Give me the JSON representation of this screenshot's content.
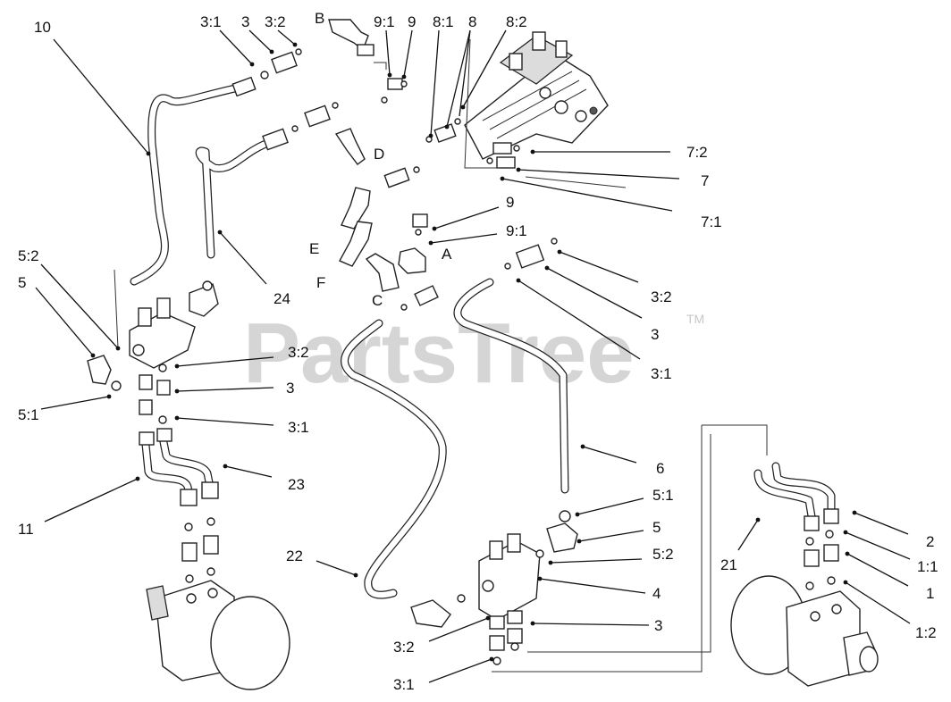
{
  "watermark": {
    "text": "PartsTree",
    "trademark": "TM"
  },
  "callouts": [
    {
      "id": "10",
      "text": "10"
    },
    {
      "id": "3:1-top",
      "text": "3:1"
    },
    {
      "id": "3-top",
      "text": "3"
    },
    {
      "id": "3:2-top",
      "text": "3:2"
    },
    {
      "id": "B",
      "text": "B"
    },
    {
      "id": "9:1-top",
      "text": "9:1"
    },
    {
      "id": "9-top",
      "text": "9"
    },
    {
      "id": "8:1",
      "text": "8:1"
    },
    {
      "id": "8",
      "text": "8"
    },
    {
      "id": "8:2",
      "text": "8:2"
    },
    {
      "id": "7:2",
      "text": "7:2"
    },
    {
      "id": "7",
      "text": "7"
    },
    {
      "id": "7:1",
      "text": "7:1"
    },
    {
      "id": "D",
      "text": "D"
    },
    {
      "id": "9-mid",
      "text": "9"
    },
    {
      "id": "9:1-mid",
      "text": "9:1"
    },
    {
      "id": "E",
      "text": "E"
    },
    {
      "id": "A",
      "text": "A"
    },
    {
      "id": "F",
      "text": "F"
    },
    {
      "id": "C",
      "text": "C"
    },
    {
      "id": "3:2-right",
      "text": "3:2"
    },
    {
      "id": "3-right",
      "text": "3"
    },
    {
      "id": "3:1-right",
      "text": "3:1"
    },
    {
      "id": "24",
      "text": "24"
    },
    {
      "id": "5:2-left",
      "text": "5:2"
    },
    {
      "id": "5-left",
      "text": "5"
    },
    {
      "id": "5:1-left",
      "text": "5:1"
    },
    {
      "id": "3:2-left",
      "text": "3:2"
    },
    {
      "id": "3-left",
      "text": "3"
    },
    {
      "id": "3:1-left",
      "text": "3:1"
    },
    {
      "id": "23",
      "text": "23"
    },
    {
      "id": "11",
      "text": "11"
    },
    {
      "id": "6",
      "text": "6"
    },
    {
      "id": "5:1-right",
      "text": "5:1"
    },
    {
      "id": "5-right",
      "text": "5"
    },
    {
      "id": "5:2-right",
      "text": "5:2"
    },
    {
      "id": "4",
      "text": "4"
    },
    {
      "id": "22",
      "text": "22"
    },
    {
      "id": "3-bottom",
      "text": "3"
    },
    {
      "id": "3:2-bottom",
      "text": "3:2"
    },
    {
      "id": "3:1-bottom",
      "text": "3:1"
    },
    {
      "id": "21",
      "text": "21"
    },
    {
      "id": "2",
      "text": "2"
    },
    {
      "id": "1:1",
      "text": "1:1"
    },
    {
      "id": "1",
      "text": "1"
    },
    {
      "id": "1:2",
      "text": "1:2"
    }
  ]
}
